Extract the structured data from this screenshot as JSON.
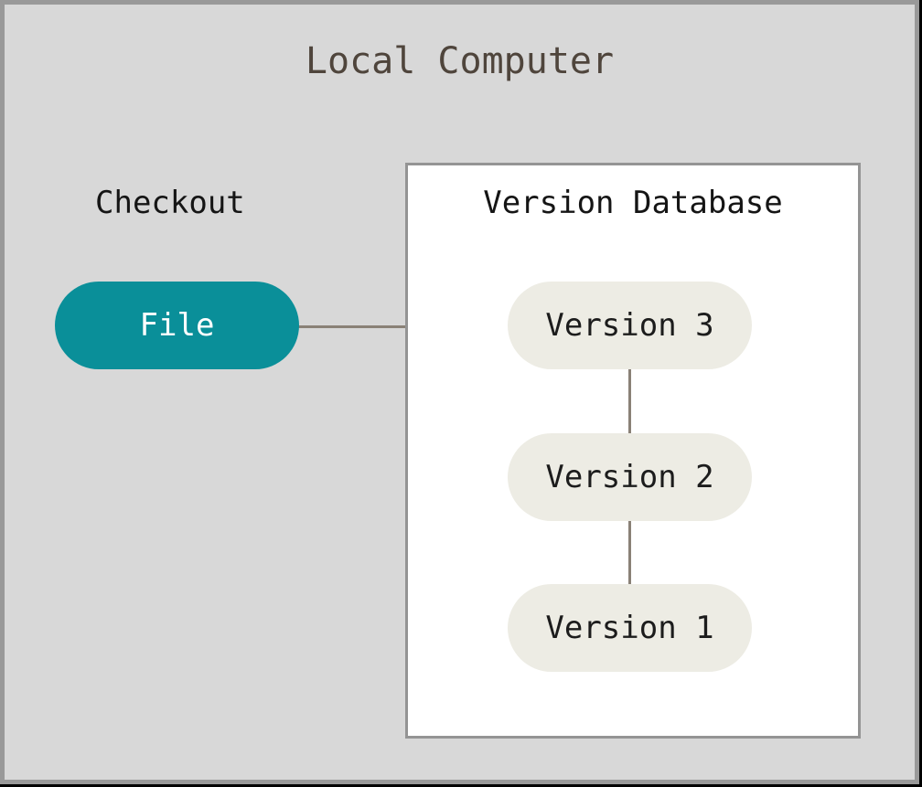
{
  "title": "Local Computer",
  "checkout": {
    "label": "Checkout"
  },
  "file_pill": {
    "label": "File"
  },
  "version_database": {
    "title": "Version Database",
    "versions": [
      {
        "label": "Version 3"
      },
      {
        "label": "Version 2"
      },
      {
        "label": "Version 1"
      }
    ]
  },
  "colors": {
    "canvas_bg": "#d8d8d8",
    "frame_border": "#999999",
    "edge_shadow": "#000000",
    "box_bg": "#ffffff",
    "box_border": "#949494",
    "teal_pill": "#0a8f99",
    "cream_pill": "#edece4",
    "line": "#8a8177",
    "title_text": "#4f453c",
    "label_text": "#151515",
    "pill_text_dark": "#1c1c1c",
    "pill_text_light": "#ffffff"
  }
}
